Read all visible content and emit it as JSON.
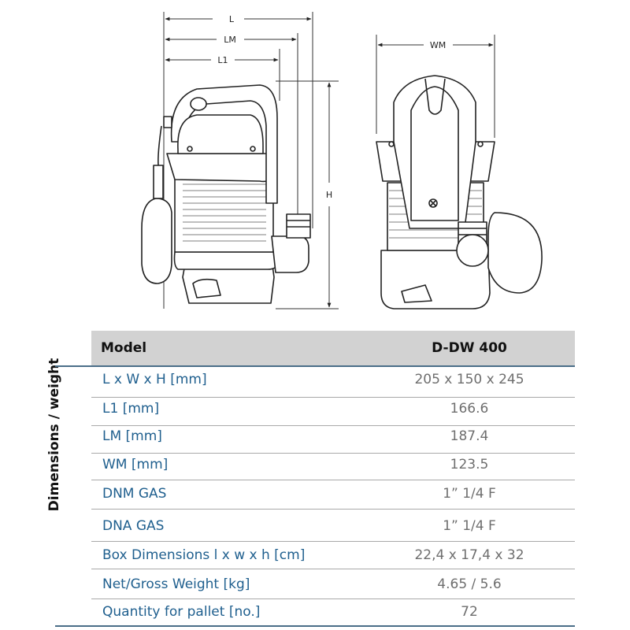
{
  "drawing": {
    "dim_labels": {
      "L": "L",
      "LM": "LM",
      "L1": "L1",
      "H": "H",
      "WM": "WM"
    }
  },
  "table": {
    "header": {
      "label": "Model",
      "value": "D-DW 400"
    },
    "group_label": "Dimensions / weight",
    "rows": [
      {
        "label": "L x W x H [mm]",
        "value": "205 x 150 x 245"
      },
      {
        "label": "L1 [mm]",
        "value": "166.6"
      },
      {
        "label": "LM [mm]",
        "value": "187.4"
      },
      {
        "label": "WM [mm]",
        "value": "123.5"
      },
      {
        "label": "DNM GAS",
        "value": "1” 1/4 F"
      },
      {
        "label": "DNA GAS",
        "value": "1” 1/4 F"
      },
      {
        "label": "Box Dimensions l x w x h  [cm]",
        "value": "22,4 x 17,4 x 32"
      },
      {
        "label": "Net/Gross Weight [kg]",
        "value": "4.65 / 5.6"
      },
      {
        "label": "Quantity for pallet [no.]",
        "value": "72"
      }
    ]
  },
  "colors": {
    "label_blue": "#1f5f8e",
    "header_grey": "#d2d2d2",
    "value_grey": "#6e6e6e",
    "rule_blue": "#4a6e88"
  }
}
